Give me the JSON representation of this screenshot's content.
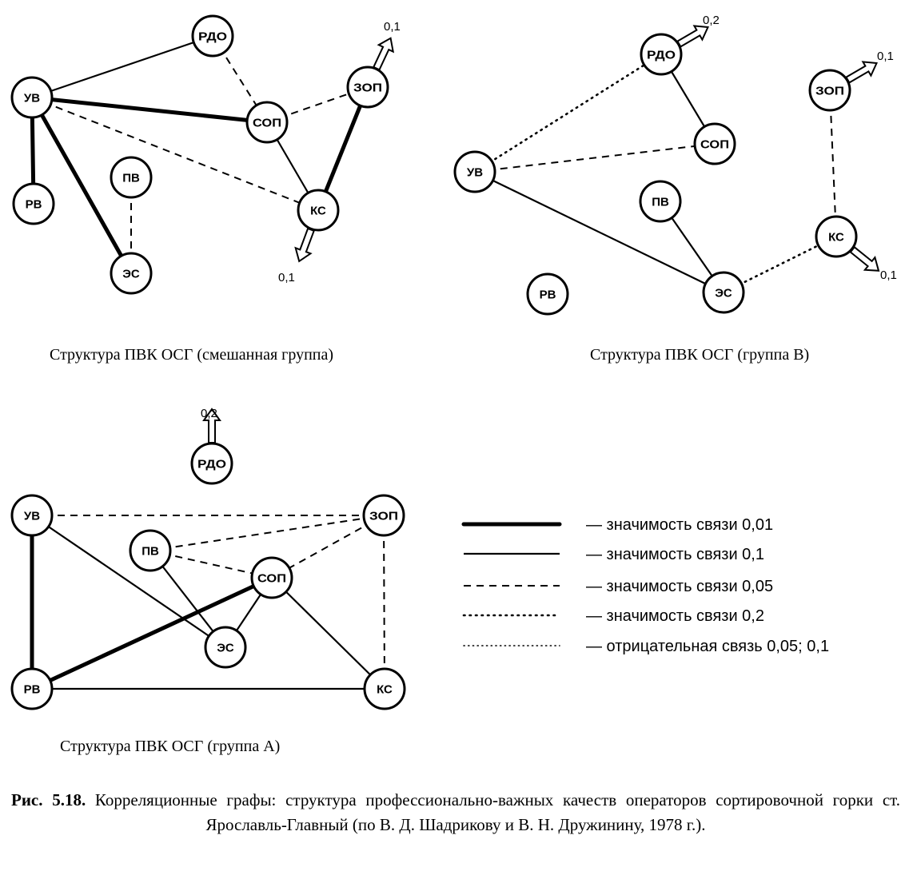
{
  "nodes": {
    "uv": "УВ",
    "rdo": "РДО",
    "sop": "СОП",
    "zop": "ЗОП",
    "ks": "КС",
    "pv": "ПВ",
    "rv": "РВ",
    "es": "ЭС"
  },
  "graphs": {
    "mixed": {
      "title": "Структура ПВК ОСГ (смешанная группа)",
      "edges": [
        {
          "from": "uv",
          "to": "rdo",
          "significance": "0,1"
        },
        {
          "from": "uv",
          "to": "sop",
          "significance": "0,01"
        },
        {
          "from": "uv",
          "to": "rv",
          "significance": "0,01"
        },
        {
          "from": "uv",
          "to": "es",
          "significance": "0,01"
        },
        {
          "from": "uv",
          "to": "ks",
          "significance": "0,05"
        },
        {
          "from": "rdo",
          "to": "sop",
          "significance": "0,05"
        },
        {
          "from": "sop",
          "to": "zop",
          "significance": "0,05"
        },
        {
          "from": "sop",
          "to": "ks",
          "significance": "0,1"
        },
        {
          "from": "zop",
          "to": "ks",
          "significance": "0,01"
        },
        {
          "from": "pv",
          "to": "es",
          "significance": "0,05"
        }
      ],
      "self_weights": [
        {
          "node": "zop",
          "value": "0,1"
        },
        {
          "node": "ks",
          "value": "0,1"
        }
      ]
    },
    "groupB": {
      "title": "Структура ПВК ОСГ (группа В)",
      "edges": [
        {
          "from": "uv",
          "to": "rdo",
          "significance": "0,2"
        },
        {
          "from": "uv",
          "to": "sop",
          "significance": "0,05"
        },
        {
          "from": "uv",
          "to": "es",
          "significance": "0,1"
        },
        {
          "from": "rdo",
          "to": "sop",
          "significance": "0,1"
        },
        {
          "from": "pv",
          "to": "es",
          "significance": "0,1"
        },
        {
          "from": "es",
          "to": "ks",
          "significance": "0,2"
        },
        {
          "from": "zop",
          "to": "ks",
          "significance": "0,05"
        }
      ],
      "self_weights": [
        {
          "node": "rdo",
          "value": "0,2"
        },
        {
          "node": "zop",
          "value": "0,1"
        },
        {
          "node": "ks",
          "value": "0,1"
        }
      ]
    },
    "groupA": {
      "title": "Структура ПВК ОСГ (группа А)",
      "edges": [
        {
          "from": "uv",
          "to": "zop",
          "significance": "0,05"
        },
        {
          "from": "uv",
          "to": "rv",
          "significance": "0,01"
        },
        {
          "from": "uv",
          "to": "es",
          "significance": "0,1"
        },
        {
          "from": "pv",
          "to": "zop",
          "significance": "0,05"
        },
        {
          "from": "pv",
          "to": "sop",
          "significance": "0,05"
        },
        {
          "from": "pv",
          "to": "es",
          "significance": "0,1"
        },
        {
          "from": "zop",
          "to": "sop",
          "significance": "0,05"
        },
        {
          "from": "zop",
          "to": "ks",
          "significance": "0,05"
        },
        {
          "from": "sop",
          "to": "rv",
          "significance": "0,01"
        },
        {
          "from": "sop",
          "to": "es",
          "significance": "0,1"
        },
        {
          "from": "sop",
          "to": "ks",
          "significance": "0,1"
        },
        {
          "from": "rv",
          "to": "ks",
          "significance": "0,1"
        }
      ],
      "self_weights": [
        {
          "node": "rdo",
          "value": "0,2"
        }
      ]
    }
  },
  "legend": [
    {
      "style": "0,01",
      "label": "— значимость связи 0,01"
    },
    {
      "style": "0,1",
      "label": "— значимость связи 0,1"
    },
    {
      "style": "0,05",
      "label": "— значимость связи 0,05"
    },
    {
      "style": "0,2",
      "label": "— значимость связи 0,2"
    },
    {
      "style": "negative",
      "label": "— отрицательная связь 0,05; 0,1"
    }
  ],
  "caption": {
    "number": "Рис. 5.18.",
    "text": "Корреляционные графы: структура профессионально-важных качеств операторов сортировочной горки ст. Ярославль-Главный (по В. Д. Шадрикову и В. Н. Дружинину, 1978 г.)."
  }
}
